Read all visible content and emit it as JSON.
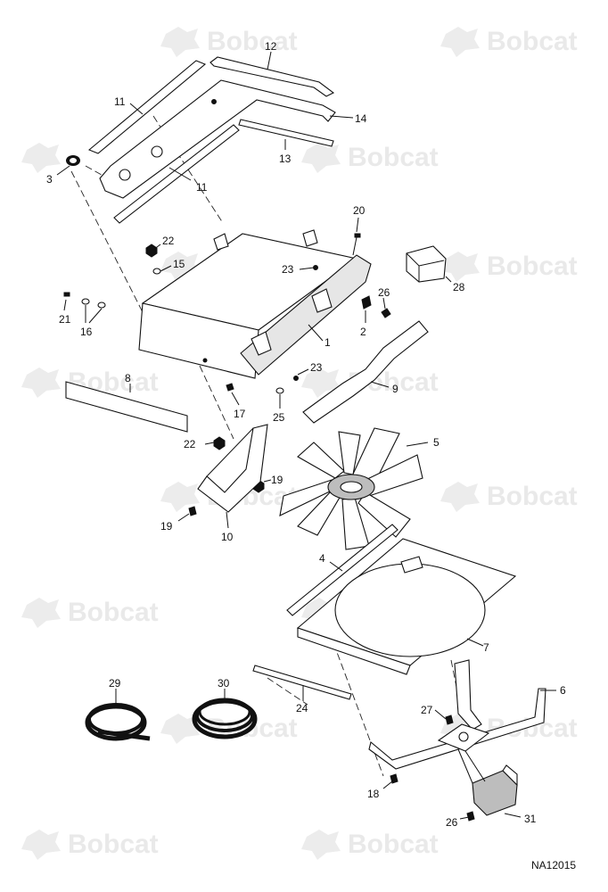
{
  "watermark": {
    "brand": "Bobcat"
  },
  "figure_code": "NA12015",
  "callouts": [
    "12",
    "11",
    "14",
    "3",
    "11",
    "13",
    "20",
    "22",
    "15",
    "23",
    "28",
    "26",
    "21",
    "16",
    "2",
    "1",
    "8",
    "23",
    "9",
    "17",
    "25",
    "5",
    "22",
    "19",
    "19",
    "10",
    "4",
    "7",
    "6",
    "29",
    "30",
    "27",
    "24",
    "18",
    "26",
    "31"
  ]
}
